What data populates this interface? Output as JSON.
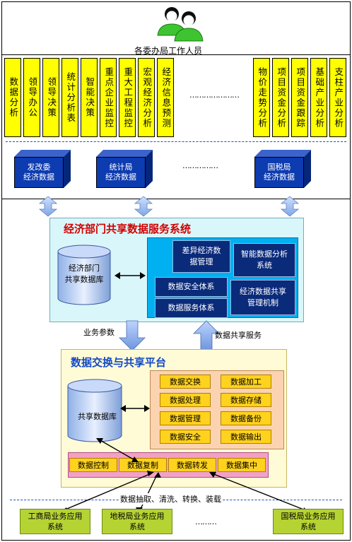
{
  "top": {
    "title": "各委办局工作人员"
  },
  "functions_left": [
    "数据分析",
    "领导办公",
    "领导决策",
    "统计分析表",
    "智能决策",
    "重点企业监控",
    "重大工程监控",
    "宏观经济分析",
    "经济信息预测"
  ],
  "functions_ellipsis": "…………………",
  "functions_right": [
    "物价走势分析",
    "项目资金分析",
    "项目资金跟踪",
    "基础产业分析",
    "支柱产业分析"
  ],
  "sources": [
    "发改委\n经济数据",
    "统计局\n经济数据",
    "国税局\n经济数据"
  ],
  "sources_ellipsis": "……………",
  "service": {
    "title": "经济部门共享数据服务系统",
    "db": "经济部门\n共享数据库",
    "modules": {
      "diff": "差异经济数\n据管理",
      "smart": "智能数据分析\n系统",
      "security": "数据安全体系",
      "share": "经济数据共享\n管理机制",
      "svc": "数据服务体系"
    }
  },
  "arrows": {
    "biz_params": "业务参数",
    "data_share": "数据共享服务"
  },
  "exchange": {
    "title": "数据交换与共享平台",
    "db": "共享数据库",
    "functions": [
      "数据交换",
      "数据加工",
      "数据处理",
      "数据存储",
      "数据管理",
      "数据备份",
      "数据安全",
      "数据输出"
    ],
    "bar": [
      "数据控制",
      "数据复制",
      "数据转发",
      "数据集中"
    ]
  },
  "extract_label": "数据抽取、清洗、转换、装载",
  "apps": [
    "工商局业务应用\n系统",
    "地税局业务应用\n系统",
    "国税局业务应用\n系统"
  ],
  "apps_ellipsis": "………"
}
